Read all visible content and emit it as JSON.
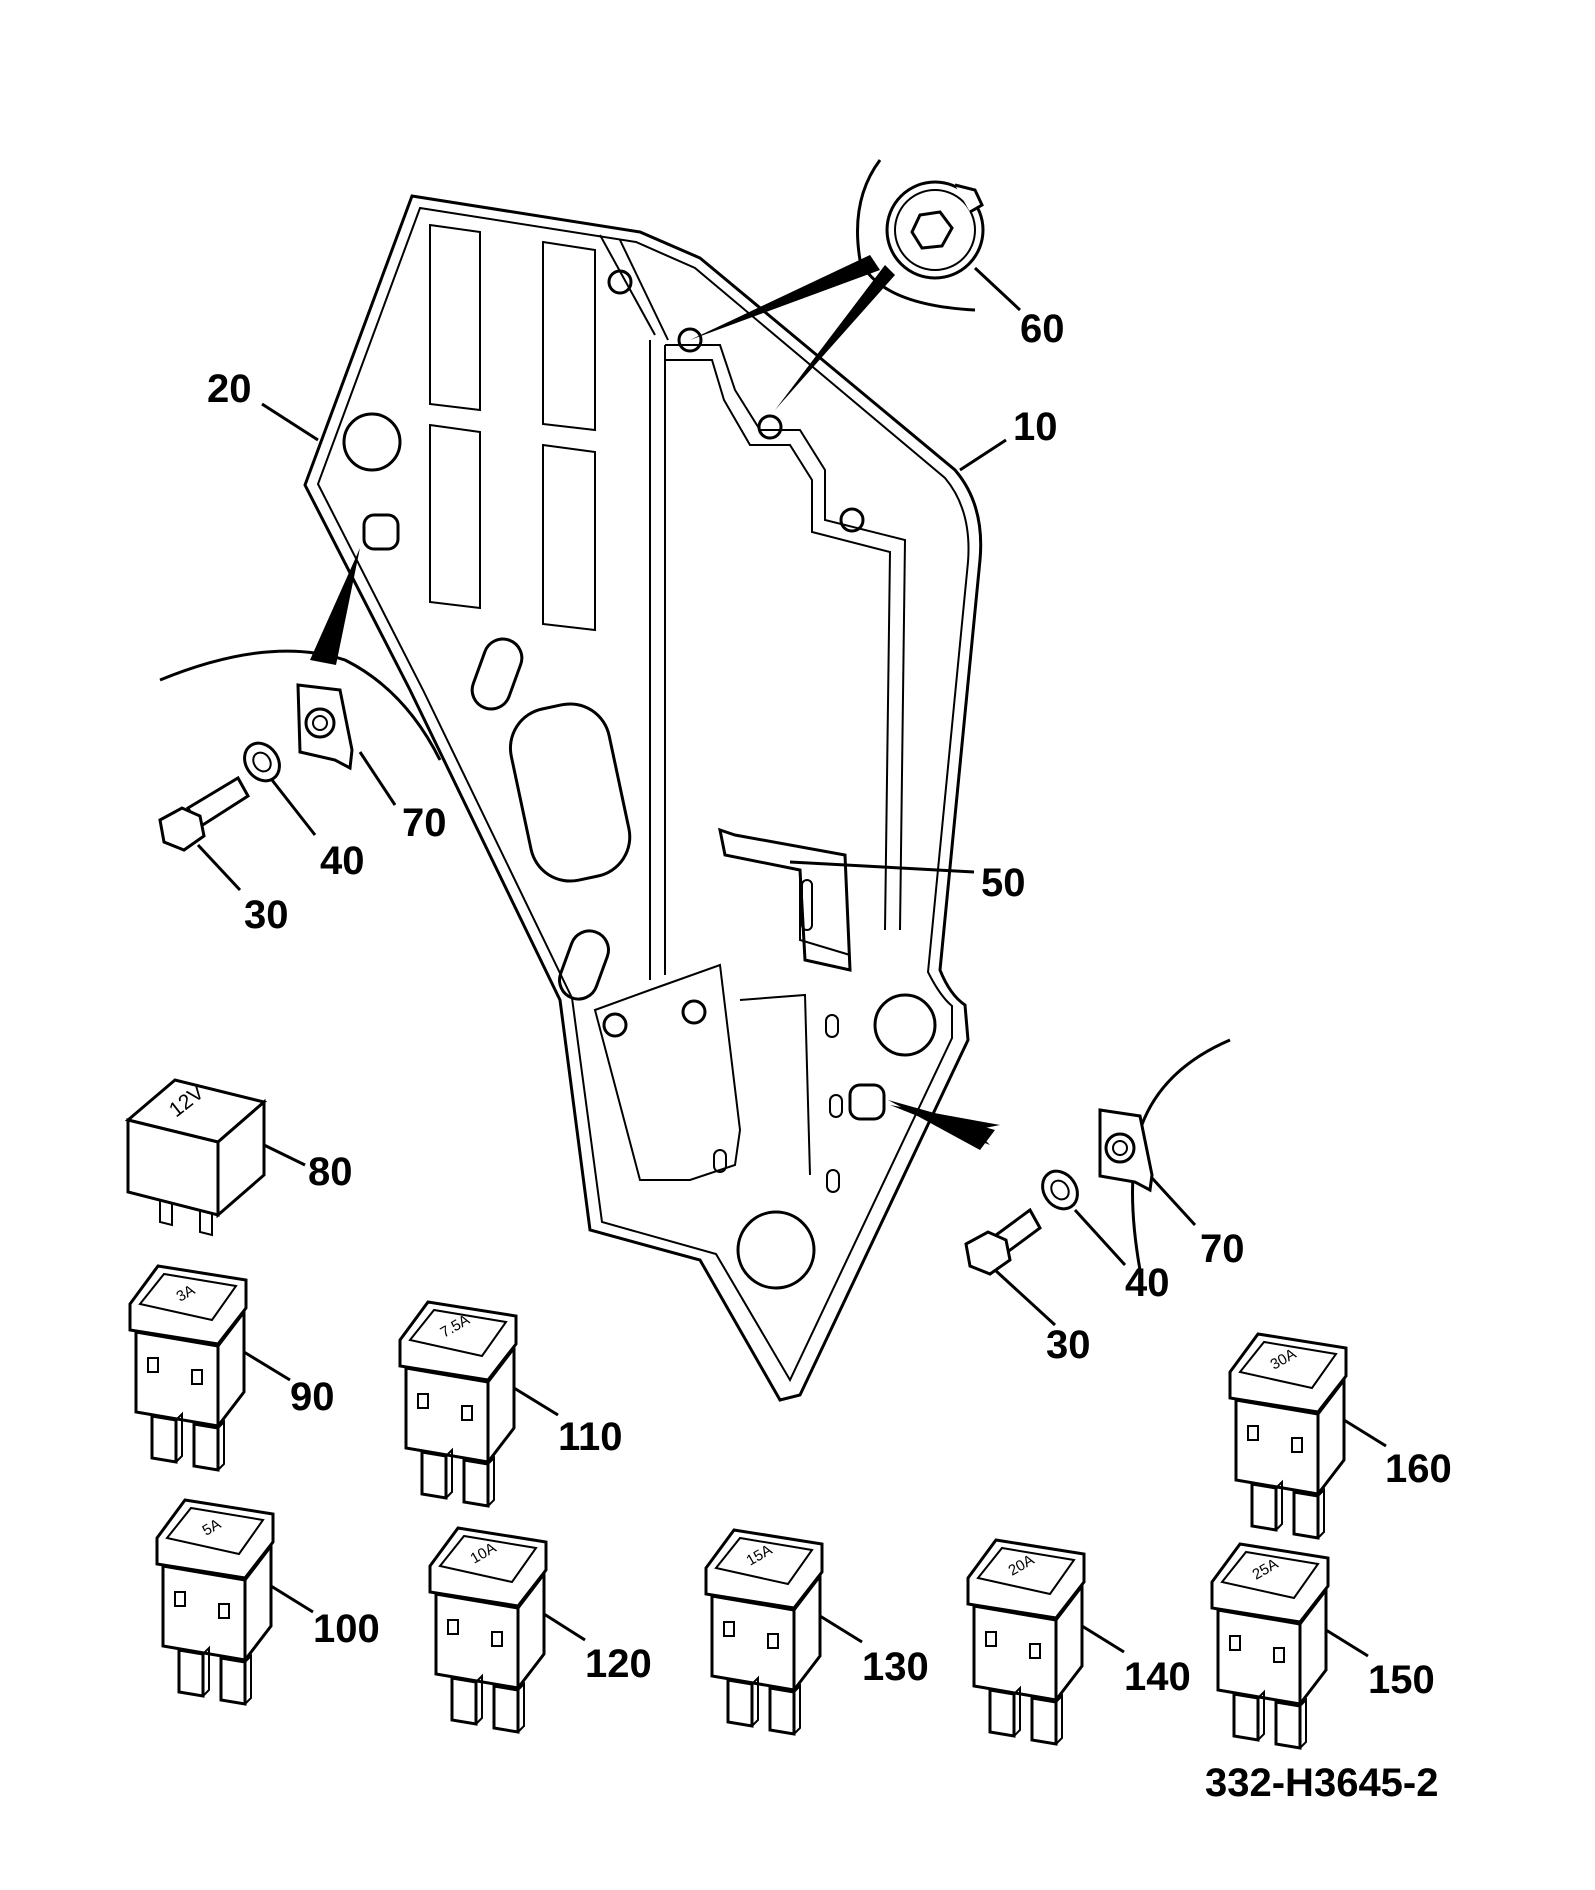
{
  "drawing_ref": "332-H3645-2",
  "callouts": {
    "c10": "10",
    "c20": "20",
    "c30_left": "30",
    "c40_left": "40",
    "c70_left": "70",
    "c50": "50",
    "c60": "60",
    "c30_right": "30",
    "c40_right": "40",
    "c70_right": "70",
    "c80": "80",
    "c90": "90",
    "c100": "100",
    "c110": "110",
    "c120": "120",
    "c130": "130",
    "c140": "140",
    "c150": "150",
    "c160": "160"
  },
  "relay_voltage": "12V",
  "fuse_ratings": {
    "f90": "3A",
    "f100": "5A",
    "f110": "7.5A",
    "f120": "10A",
    "f130": "15A",
    "f140": "20A",
    "f150": "25A",
    "f160": "30A"
  }
}
